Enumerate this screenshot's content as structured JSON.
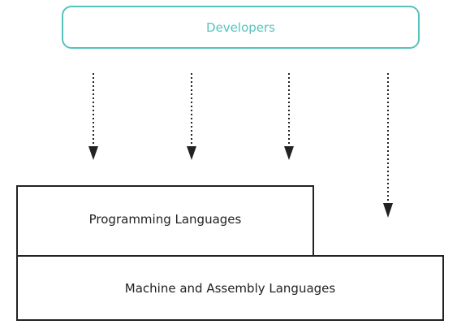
{
  "diagram": {
    "top_box": {
      "label": "Developers"
    },
    "layers": [
      {
        "label": "Programming Languages"
      },
      {
        "label": "Machine and Assembly Languages"
      }
    ]
  },
  "colors": {
    "accent": "#56c2bd",
    "stroke": "#222222",
    "text": "#222222"
  }
}
